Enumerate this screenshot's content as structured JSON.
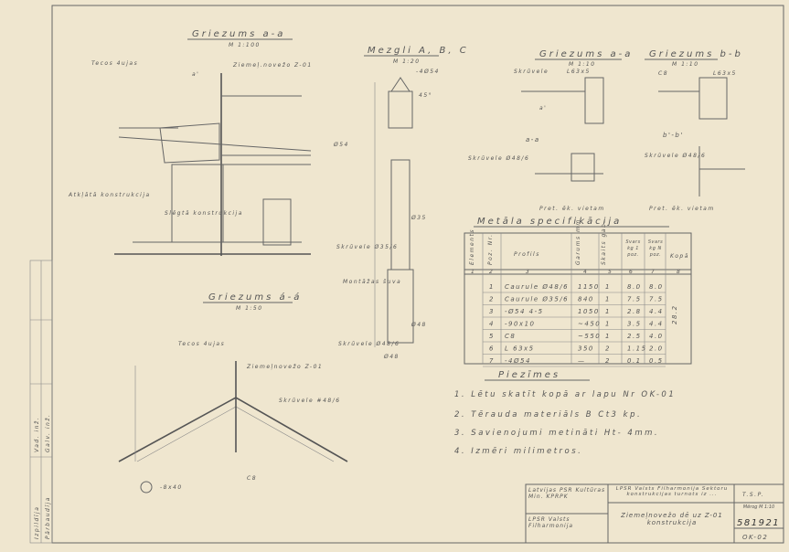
{
  "views": {
    "section_aa_left": {
      "title": "Griezums a-a",
      "scale": "M 1:100",
      "labels": [
        "Tecos 4ujas",
        "a'",
        "Ziemeļ.novežo Z-01",
        "Atkļātā konstrukcija",
        "Slēgtā konstrukcija"
      ]
    },
    "section_aa_bottom": {
      "title": "Griezums á-á",
      "scale": "M 1:50",
      "labels": [
        "Tecos 4ujas",
        "Ziemeļnovežo Z-01",
        "Skrūvele #48/6",
        "-8x40",
        "C8"
      ]
    },
    "detail_abc": {
      "title": "Mezgli A, B, C",
      "scale": "M 1:20",
      "labels": [
        "-4Ø54",
        "45°",
        "Ø54",
        "Ø35",
        "Skrūvele Ø35/6",
        "Montāžas šuva",
        "Skrūvele Ø48/6",
        "Ø48",
        "Ø48"
      ]
    },
    "section_aa_right": {
      "title": "Griezums a-a",
      "scale": "M 1:10",
      "labels": [
        "Skrūvele",
        "L63x5",
        "a'",
        "a-a",
        "Skrūvele Ø48/6",
        "Pret. ēk. vietam"
      ]
    },
    "section_bb": {
      "title": "Griezums b-b",
      "scale": "M 1:10",
      "labels": [
        "C8",
        "L63x5",
        "b'-b'",
        "Skrūvele Ø48/6",
        "Pret. ēk. vietam"
      ]
    }
  },
  "spec": {
    "title": "Metāla specifikācija",
    "headers": [
      "Elements",
      "Poz. Nr.",
      "Profils",
      "Garums mm",
      "Skaits gab.",
      "Svars kg 1 poz.",
      "Svars kg N poz.",
      "Kopā"
    ],
    "col_numbers": [
      "1",
      "2",
      "3",
      "4",
      "5",
      "6",
      "7",
      "8"
    ],
    "rows": [
      [
        "",
        "1",
        "Caurule Ø48/6",
        "1150",
        "1",
        "8.0",
        "8.0"
      ],
      [
        "",
        "2",
        "Caurule Ø35/6",
        "840",
        "1",
        "7.5",
        "7.5"
      ],
      [
        "",
        "3",
        "-Ø54 4-5",
        "1050",
        "1",
        "2.8",
        "4.4"
      ],
      [
        "",
        "4",
        "-90x10",
        "~450",
        "1",
        "3.5",
        "4.4"
      ],
      [
        "",
        "5",
        "C8",
        "~550",
        "1",
        "2.5",
        "4.0"
      ],
      [
        "",
        "6",
        "L 63x5",
        "350",
        "2",
        "1.15",
        "2.0"
      ],
      [
        "",
        "7",
        "-4Ø54",
        "—",
        "2",
        "0.1",
        "0.5"
      ]
    ],
    "total": "28.2"
  },
  "notes": {
    "title": "Piezīmes",
    "items": [
      "1. Lētu skatīt kopā ar lapu Nr OK-01",
      "2. Tērauda materiāls B Ct3 kp.",
      "3. Savienojumi metināti Ht- 4mm.",
      "4. Izmēri milimetros."
    ]
  },
  "title_block": {
    "org1": "Latvijas PSR Kultūras Min. KPRPK",
    "org2": "LPSR Valsts Filharmonija",
    "project": "LPSR Valsts Filharmonija Sektoru konstrukcijas turnots iz ...",
    "stage": "T.S.P.",
    "scale": "Mērog M 1:10",
    "drawing": "Ziemeļnovežo dē uz Z-01 konstrukcija",
    "number": "581921",
    "sheet": "OK-02"
  },
  "side_stamp": [
    "Izpildīja",
    "Pārbaudīja",
    "Vad. inž.",
    "Galv. inž."
  ]
}
